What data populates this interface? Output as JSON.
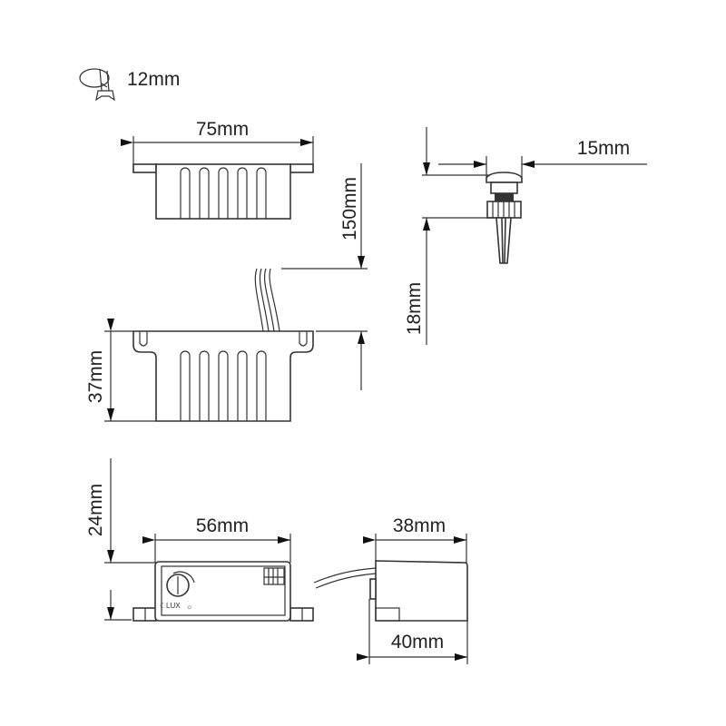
{
  "icon": {
    "name": "recessed-mount-icon",
    "label": "12mm"
  },
  "top_view": {
    "width_label": "75mm",
    "height_label": "150mm"
  },
  "side_view": {
    "height_label": "37mm"
  },
  "sensor": {
    "diameter_label": "15mm",
    "length_label": "18mm"
  },
  "control_box": {
    "height_label": "24mm",
    "width_label": "56mm",
    "knob_label": "LUX"
  },
  "end_view": {
    "top_width_label": "38mm",
    "bottom_width_label": "40mm"
  },
  "colors": {
    "line": "#333333",
    "text": "#222222"
  }
}
